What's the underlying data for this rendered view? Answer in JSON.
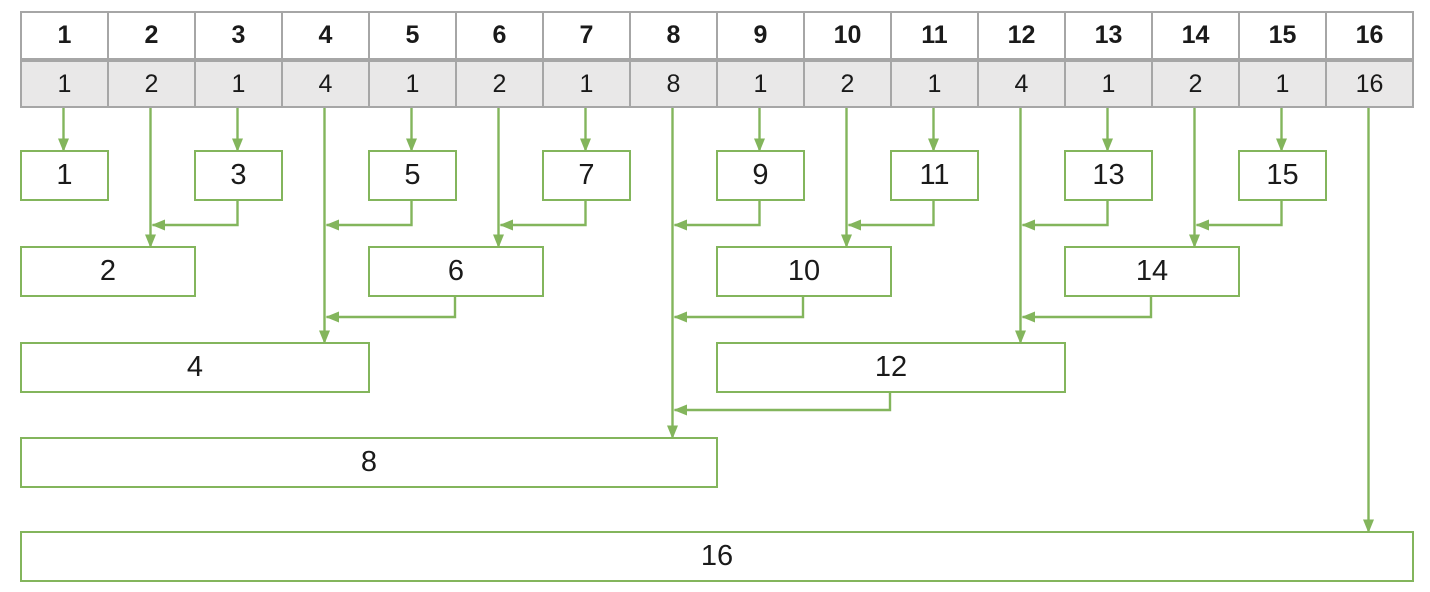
{
  "colors": {
    "green": "#83B55C",
    "table_border": "#A6A6A6",
    "value_row_bg": "#E9E8E8",
    "text": "#1A1A1A"
  },
  "table": {
    "indices": [
      "1",
      "2",
      "3",
      "4",
      "5",
      "6",
      "7",
      "8",
      "9",
      "10",
      "11",
      "12",
      "13",
      "14",
      "15",
      "16"
    ],
    "values": [
      "1",
      "2",
      "1",
      "4",
      "1",
      "2",
      "1",
      "8",
      "1",
      "2",
      "1",
      "4",
      "1",
      "2",
      "1",
      "16"
    ]
  },
  "nodes": [
    {
      "label": "1",
      "from_col": 1,
      "to_col": 1,
      "level": 1
    },
    {
      "label": "3",
      "from_col": 3,
      "to_col": 3,
      "level": 1
    },
    {
      "label": "5",
      "from_col": 5,
      "to_col": 5,
      "level": 1
    },
    {
      "label": "7",
      "from_col": 7,
      "to_col": 7,
      "level": 1
    },
    {
      "label": "9",
      "from_col": 9,
      "to_col": 9,
      "level": 1
    },
    {
      "label": "11",
      "from_col": 11,
      "to_col": 11,
      "level": 1
    },
    {
      "label": "13",
      "from_col": 13,
      "to_col": 13,
      "level": 1
    },
    {
      "label": "15",
      "from_col": 15,
      "to_col": 15,
      "level": 1
    },
    {
      "label": "2",
      "from_col": 1,
      "to_col": 2,
      "level": 2
    },
    {
      "label": "6",
      "from_col": 5,
      "to_col": 6,
      "level": 2
    },
    {
      "label": "10",
      "from_col": 9,
      "to_col": 10,
      "level": 2
    },
    {
      "label": "14",
      "from_col": 13,
      "to_col": 14,
      "level": 2
    },
    {
      "label": "4",
      "from_col": 1,
      "to_col": 4,
      "level": 3
    },
    {
      "label": "12",
      "from_col": 9,
      "to_col": 12,
      "level": 3
    },
    {
      "label": "8",
      "from_col": 1,
      "to_col": 8,
      "level": 4
    },
    {
      "label": "16",
      "from_col": 1,
      "to_col": 16,
      "level": 5
    }
  ],
  "links": {
    "column_to_node": [
      1,
      2,
      3,
      4,
      5,
      6,
      7,
      8,
      9,
      10,
      11,
      12,
      13,
      14,
      15,
      16
    ],
    "node_to_node": [
      {
        "from": 3,
        "to": 2
      },
      {
        "from": 5,
        "to": 4
      },
      {
        "from": 7,
        "to": 6
      },
      {
        "from": 9,
        "to": 8
      },
      {
        "from": 11,
        "to": 10
      },
      {
        "from": 13,
        "to": 12
      },
      {
        "from": 15,
        "to": 14
      },
      {
        "from": 6,
        "to": 4
      },
      {
        "from": 10,
        "to": 8
      },
      {
        "from": 14,
        "to": 12
      },
      {
        "from": 12,
        "to": 8
      }
    ]
  }
}
